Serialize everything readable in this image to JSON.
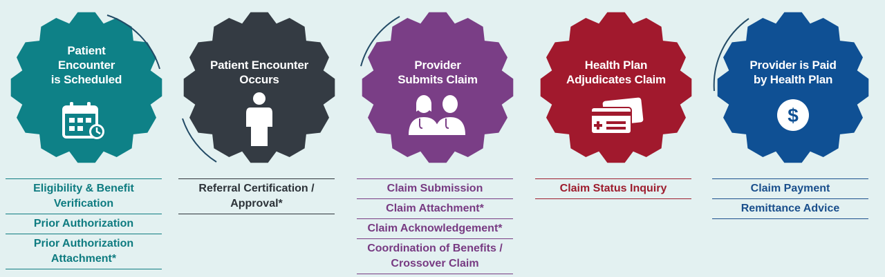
{
  "steps": [
    {
      "title": "Patient\nEncounter\nis Scheduled",
      "color": "#0e8187",
      "text_color": "#0e7b80",
      "icon": "calendar-clock-icon",
      "transactions": [
        "Eligibility & Benefit Verification",
        "Prior Authorization",
        "Prior Authorization Attachment*"
      ]
    },
    {
      "title": "Patient Encounter\nOccurs",
      "color": "#343b43",
      "text_color": "#2c3238",
      "icon": "patient-person-icon",
      "transactions": [
        "Referral Certification / Approval*"
      ]
    },
    {
      "title": "Provider\nSubmits Claim",
      "color": "#7a3e86",
      "text_color": "#773a82",
      "icon": "doctors-icon",
      "transactions": [
        "Claim Submission",
        "Claim Attachment*",
        "Claim Acknowledgement*",
        "Coordination of Benefits / Crossover Claim"
      ]
    },
    {
      "title": "Health Plan\nAdjudicates Claim",
      "color": "#a1192d",
      "text_color": "#9d1c2d",
      "icon": "insurance-card-icon",
      "transactions": [
        "Claim Status Inquiry"
      ]
    },
    {
      "title": "Provider is Paid\nby Health Plan",
      "color": "#0f5094",
      "text_color": "#1a4f8c",
      "icon": "dollar-coin-icon",
      "transactions": [
        "Claim Payment",
        "Remittance Advice"
      ]
    }
  ]
}
